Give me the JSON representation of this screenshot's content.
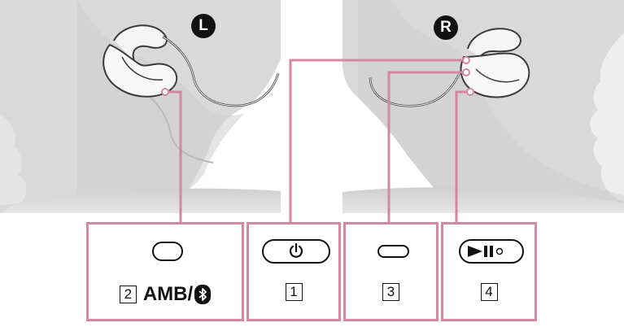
{
  "left_side": {
    "badge": "L"
  },
  "right_side": {
    "badge": "R"
  },
  "buttons": [
    {
      "number": "2",
      "label": "AMB/",
      "icon": "bluetooth-icon",
      "shape": "pill-small"
    },
    {
      "number": "1",
      "icon": "power-icon",
      "shape": "pill-power"
    },
    {
      "number": "3",
      "icon": "slim-pill",
      "shape": "slim"
    },
    {
      "number": "4",
      "icon": "play-pause-icon",
      "shape": "play-pause"
    }
  ],
  "colors": {
    "callout": "#d586a3",
    "head": "#d9d9d9",
    "head_dark": "#c4c4c4",
    "device_outline": "#3a3a3a"
  }
}
